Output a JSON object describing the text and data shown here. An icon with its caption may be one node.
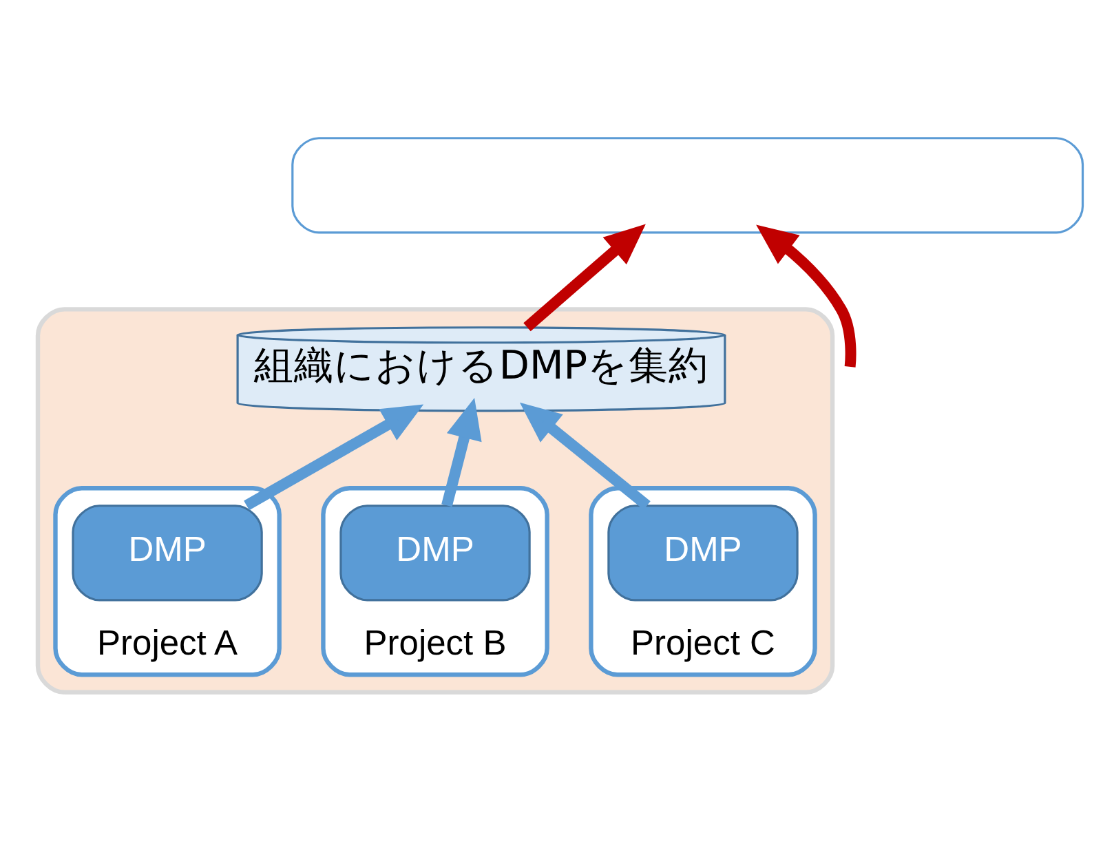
{
  "diagram": {
    "nodes": [
      {
        "text": [],
        "shape": "box"
      },
      {
        "text": [],
        "shape": "ellipse"
      },
      {
        "text": [
          "組織におけるDMPを集約"
        ],
        "in": 1
      },
      {
        "text": [
          "Project A"
        ],
        "in": 1
      },
      {
        "text": [
          "DMP"
        ],
        "in": 3
      },
      {
        "text": [
          "Project B"
        ],
        "in": 1
      },
      {
        "text": [
          "DMP"
        ],
        "in": 5
      },
      {
        "text": [
          "Project C"
        ],
        "in": 1
      },
      {
        "text": [
          "DMP"
        ],
        "in": 7
      }
    ],
    "edges": [
      {
        "from": 4,
        "to": 2,
        "arrow": "to"
      },
      {
        "from": 6,
        "to": 2,
        "arrow": "to"
      },
      {
        "from": 8,
        "to": 2,
        "arrow": "to"
      },
      {
        "from": 2,
        "to": 0,
        "arrow": "to",
        "color": "#c00000"
      },
      {
        "from": null,
        "to": 0,
        "arrow": "to",
        "color": "#c00000"
      }
    ]
  }
}
